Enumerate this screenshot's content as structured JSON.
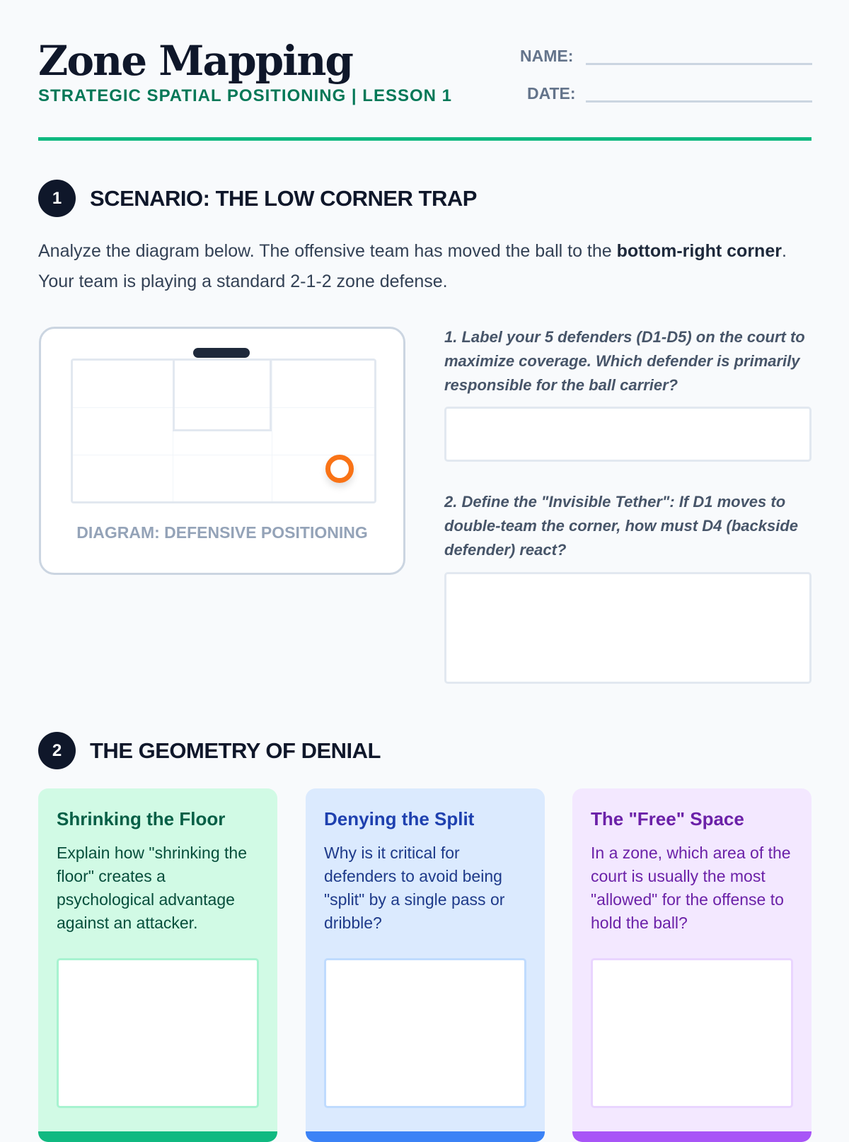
{
  "header": {
    "title": "Zone Mapping",
    "subtitle": "STRATEGIC SPATIAL POSITIONING | LESSON 1",
    "name_label": "NAME:",
    "date_label": "DATE:"
  },
  "section1": {
    "number": "1",
    "title": "SCENARIO: THE LOW CORNER TRAP",
    "intro_pre": "Analyze the diagram below. The offensive team has moved the ball to the ",
    "intro_bold": "bottom-right corner",
    "intro_post": ". Your team is playing a standard 2-1-2 zone defense.",
    "diagram_caption": "DIAGRAM: DEFENSIVE POSITIONING",
    "questions": [
      {
        "text": "1. Label your 5 defenders (D1-D5) on the court to maximize coverage. Which defender is primarily responsible for the ball carrier?",
        "answer": ""
      },
      {
        "text": "2. Define the \"Invisible Tether\": If D1 moves to double-team the corner, how must D4 (backside defender) react?",
        "answer": ""
      }
    ]
  },
  "section2": {
    "number": "2",
    "title": "THE GEOMETRY OF DENIAL",
    "cards": [
      {
        "title": "Shrinking the Floor",
        "text": "Explain how \"shrinking the floor\" creates a psychological advantage against an attacker.",
        "bg": "#d1fae5",
        "title_color": "#065f46",
        "text_color": "#064e3b",
        "border": "#a7f3d0",
        "accent": "#10b981"
      },
      {
        "title": "Denying the Split",
        "text": "Why is it critical for defenders to avoid being \"split\" by a single pass or dribble?",
        "bg": "#dbeafe",
        "title_color": "#1e40af",
        "text_color": "#1e3a8a",
        "border": "#bfdbfe",
        "accent": "#3b82f6"
      },
      {
        "title": "The \"Free\" Space",
        "text": "In a zone, which area of the court is usually the most \"allowed\" for the offense to hold the ball?",
        "bg": "#f3e8ff",
        "title_color": "#6b21a8",
        "text_color": "#6b21a8",
        "border": "#e9d5ff",
        "accent": "#a855f7"
      }
    ]
  }
}
